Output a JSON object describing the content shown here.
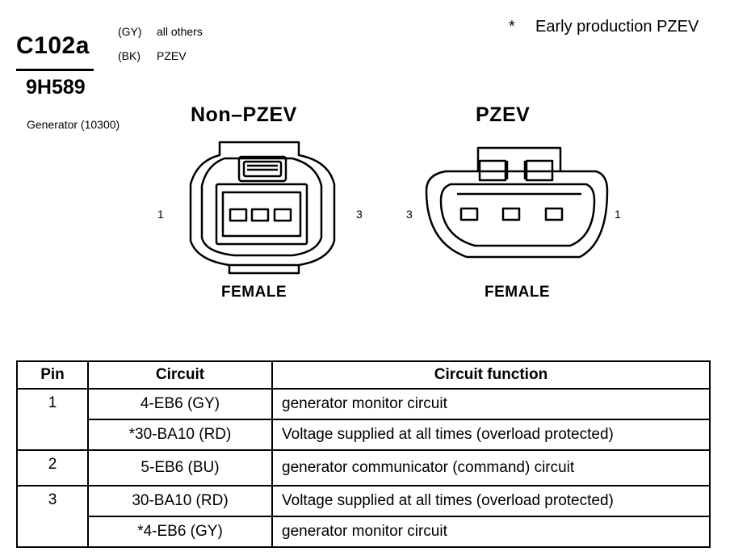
{
  "header": {
    "connector_id": "C102a",
    "variants": [
      {
        "code": "(GY)",
        "label": "all others"
      },
      {
        "code": "(BK)",
        "label": "PZEV"
      }
    ],
    "part_number": "9H589",
    "part_name": "Generator (10300)",
    "note_marker": "*",
    "note_text": "Early production PZEV"
  },
  "views": [
    {
      "title": "Non–PZEV",
      "gender": "FEMALE",
      "left_pin": "1",
      "right_pin": "3"
    },
    {
      "title": "PZEV",
      "gender": "FEMALE",
      "left_pin": "3",
      "right_pin": "1"
    }
  ],
  "table": {
    "headers": [
      "Pin",
      "Circuit",
      "Circuit function"
    ],
    "groups": [
      {
        "pin": "1",
        "rows": [
          {
            "circuit": "4-EB6 (GY)",
            "function": "generator monitor circuit"
          },
          {
            "circuit": "*30-BA10 (RD)",
            "function": "Voltage supplied at all times (overload protected)"
          }
        ]
      },
      {
        "pin": "2",
        "rows": [
          {
            "circuit": "5-EB6 (BU)",
            "function": "generator communicator (command) circuit"
          }
        ]
      },
      {
        "pin": "3",
        "rows": [
          {
            "circuit": "30-BA10 (RD)",
            "function": "Voltage supplied at all times (overload protected)"
          },
          {
            "circuit": "*4-EB6 (GY)",
            "function": "generator monitor circuit"
          }
        ]
      }
    ]
  }
}
